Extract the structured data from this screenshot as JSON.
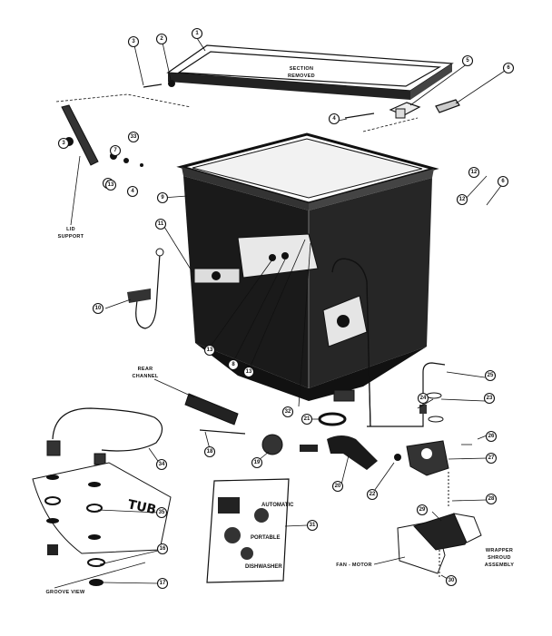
{
  "labels": {
    "section_removed": [
      "SECTION",
      "REMOVED"
    ],
    "lid_support": [
      "LID",
      "SUPPORT"
    ],
    "rear_channel": [
      "REAR",
      "CHANNEL"
    ],
    "groove_view": "GROOVE VIEW",
    "fan_motor": "FAN - MOTOR",
    "wrapper_shroud": [
      "WRAPPER",
      "SHROUD",
      "ASSEMBLY"
    ],
    "tub": "TUB"
  },
  "booklet": {
    "line1": "AUTOMATIC",
    "line2": "PORTABLE",
    "line3": "DISHWASHER"
  },
  "callouts": [
    "1",
    "2",
    "3",
    "3",
    "4",
    "4",
    "5",
    "6",
    "6",
    "7",
    "8",
    "8",
    "9",
    "10",
    "11",
    "12",
    "12",
    "13",
    "13",
    "13",
    "16",
    "17",
    "18",
    "19",
    "20",
    "21",
    "22",
    "23",
    "24",
    "25",
    "26",
    "27",
    "28",
    "29",
    "30",
    "31",
    "32",
    "33",
    "34",
    "35"
  ]
}
